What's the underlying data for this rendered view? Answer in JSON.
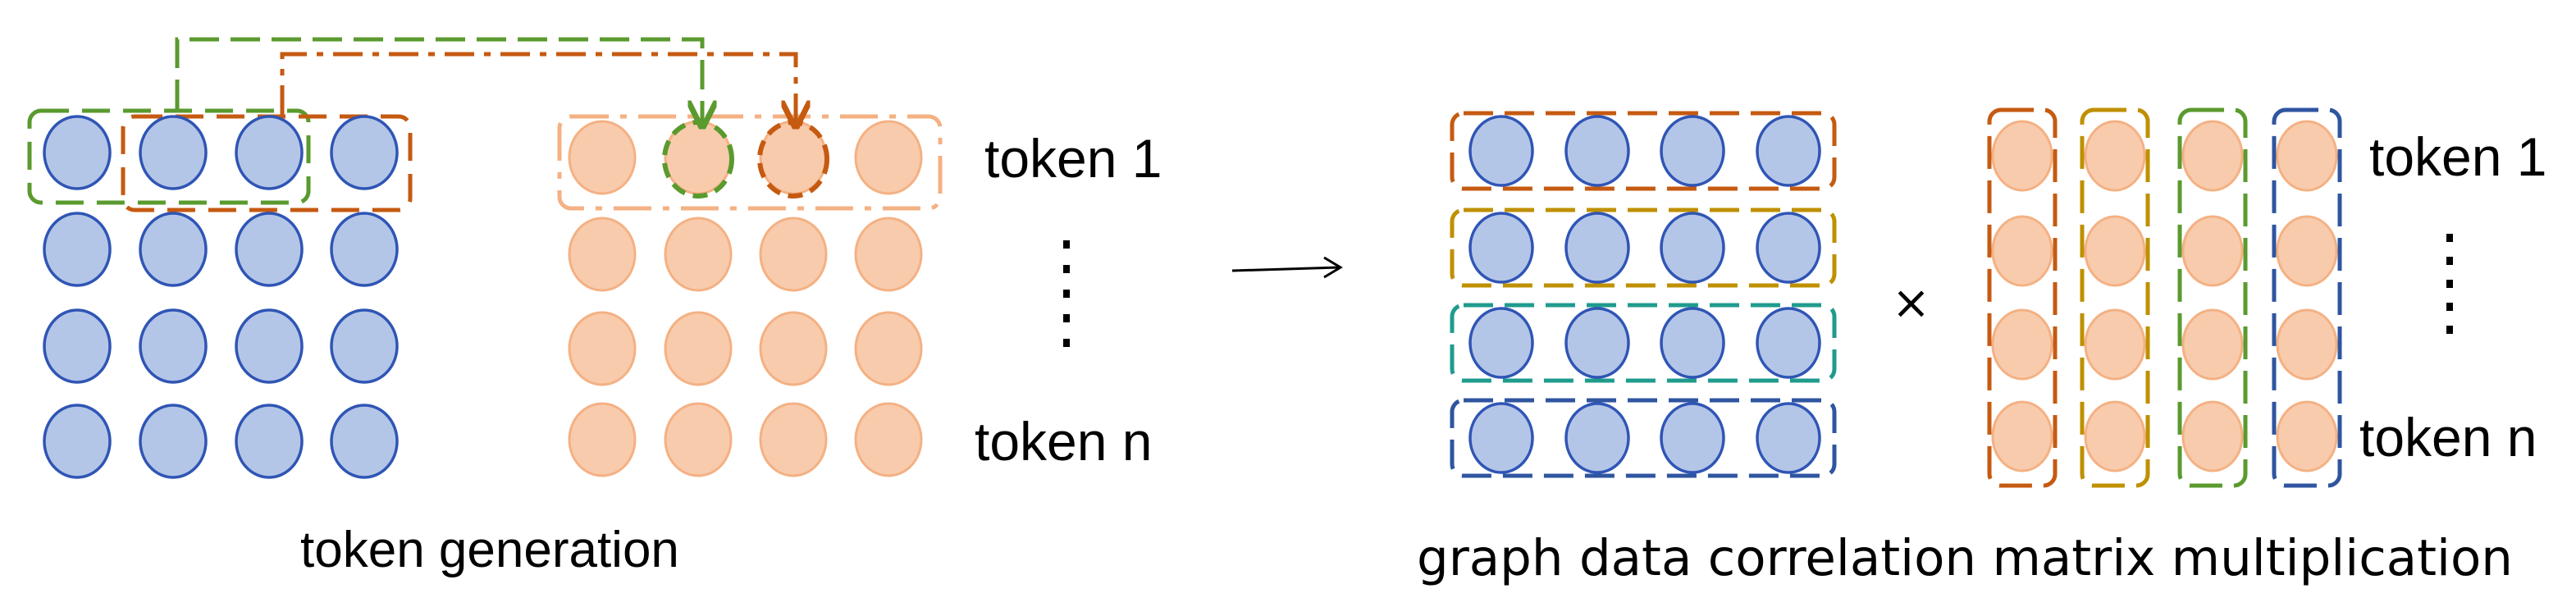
{
  "left_panel": {
    "caption": "token generation",
    "token_first": "token 1",
    "token_last": "token n"
  },
  "right_panel": {
    "caption": "graph data correlation matrix multiplication",
    "multiply_sign": "×",
    "token_first": "token 1",
    "token_last": "token n"
  },
  "colors": {
    "node_fill": "#b4c6e7",
    "node_stroke": "#2f55b5",
    "token_fill": "#f8cbad",
    "token_stroke": "#f4b183",
    "green": "#5a9a2e",
    "orange": "#c55a11",
    "olive": "#bf9000",
    "teal": "#1f9b8e",
    "navy": "#2f55a0",
    "peach": "#f4b183"
  },
  "grid": {
    "rows": 4,
    "cols": 4
  }
}
